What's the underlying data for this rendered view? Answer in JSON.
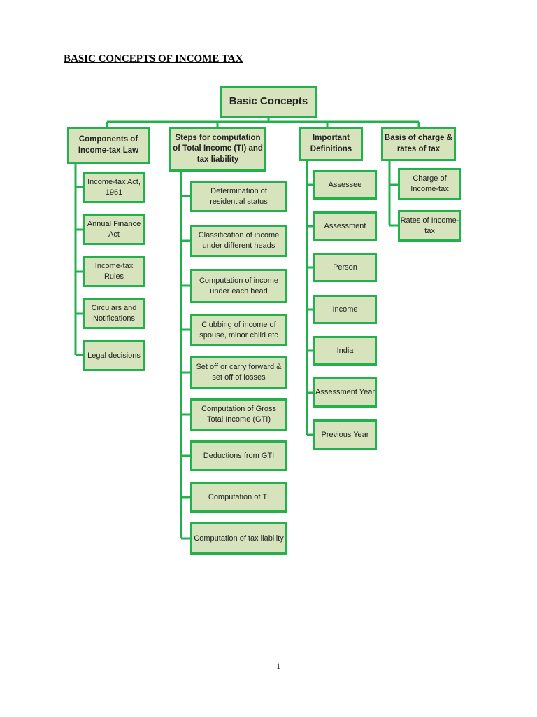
{
  "page_title": "BASIC CONCEPTS OF INCOME TAX",
  "root": "Basic Concepts",
  "columns": [
    {
      "heading": "Components of Income-tax Law",
      "items": [
        "Income-tax Act, 1961",
        "Annual Finance Act",
        "Income-tax Rules",
        "Circulars and Notifications",
        "Legal decisions"
      ]
    },
    {
      "heading": "Steps for computation of Total Income (TI) and tax liability",
      "items": [
        "Determination of residential status",
        "Classification of income under different heads",
        "Computation of income under each head",
        "Clubbing of income of spouse, minor child etc",
        "Set off or carry forward & set off of losses",
        "Computation of Gross Total Income (GTI)",
        "Deductions from GTI",
        "Computation of TI",
        "Computation of tax liability"
      ]
    },
    {
      "heading": "Important Definitions",
      "items": [
        "Assessee",
        "Assessment",
        "Person",
        "Income",
        "India",
        "Assessment Year",
        "Previous Year"
      ]
    },
    {
      "heading": "Basis of charge & rates of tax",
      "items": [
        "Charge of Income-tax",
        "Rates of Income-tax"
      ]
    }
  ],
  "page_number": "1",
  "colors": {
    "box_fill": "#d7e3bc",
    "border": "#22b14c",
    "connector": "#22b14c"
  }
}
